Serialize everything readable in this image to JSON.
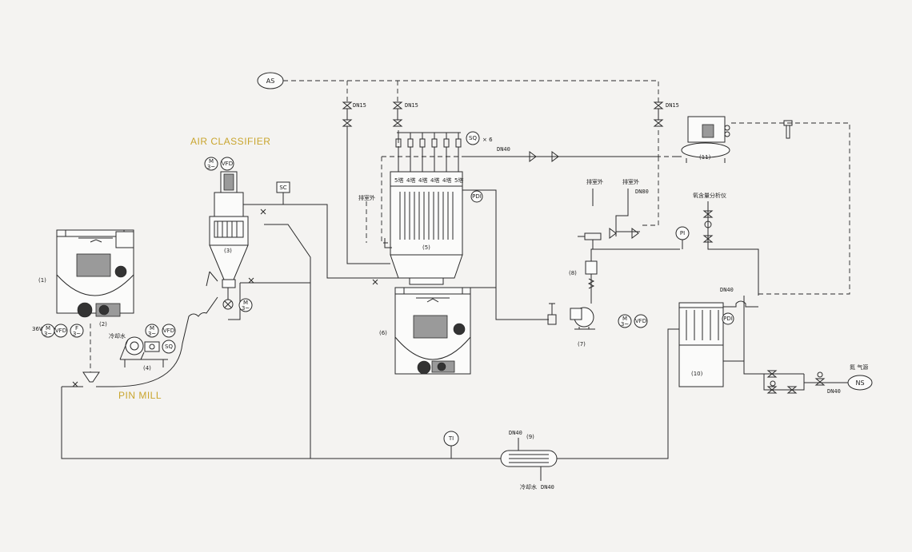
{
  "titles": {
    "air_classifier": "AIR CLASSIFIER",
    "pin_mill": "PIN MILL"
  },
  "colors": {
    "accent": "#c9a52e",
    "line": "#2a2a2a",
    "background": "#f4f3f1"
  },
  "tags": {
    "as": "AS",
    "ns": "NS",
    "sc": "SC",
    "ti": "TI",
    "pi": "PI",
    "pdi_filter": "PDI",
    "pdi_dust": "PDI",
    "sq_filter": "SQ",
    "sq_mill": "SQ",
    "times6": "× 6",
    "m": "M",
    "m_sub": "3~",
    "vfd": "VFD",
    "f": "F",
    "kw": "36W"
  },
  "equipment": {
    "e1": "(1)",
    "e2": "(2)",
    "e3": "(3)",
    "e4": "(4)",
    "e5": "(5)",
    "e6": "(6)",
    "e7": "(7)",
    "e8": "(8)",
    "e9": "(9)",
    "e10": "(10)",
    "e11": "(11)"
  },
  "pipe_labels": {
    "dn15_a": "DN15",
    "dn15_b": "DN15",
    "dn15_c": "DN15",
    "dn40_top": "DN40",
    "dn40_mid": "DN40",
    "dn40_hx_in": "DN40",
    "dn40_hx_out": "DN40",
    "dn40_ns": "DN40",
    "dn80": "DN80"
  },
  "cn_labels": {
    "vent_1": "排室外",
    "vent_2": "排室外",
    "vent_3": "排室外",
    "cooling_mill": "冷却水",
    "cooling_hx": "冷却水",
    "oxygen": "氧含量分析仪",
    "nitrogen": "氮 气源"
  },
  "filter_labels": [
    "5塔",
    "4塔",
    "4塔",
    "4塔",
    "4塔",
    "5塔"
  ]
}
